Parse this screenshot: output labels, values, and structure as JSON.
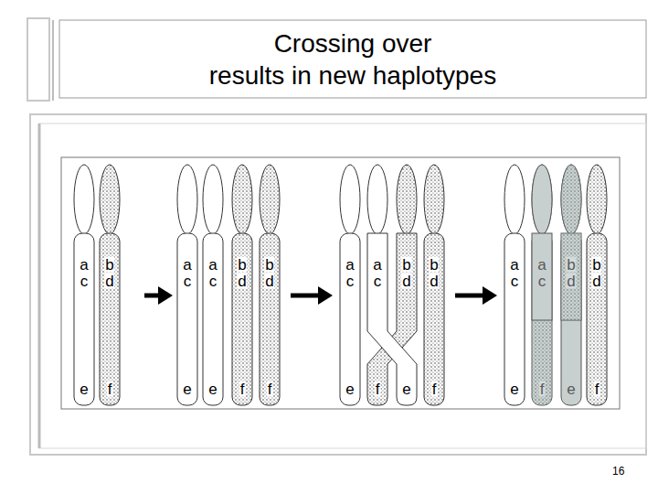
{
  "diagram": {
    "title": "Crossing over results in new haplotypes",
    "labels": [
      "a",
      "c",
      "e",
      "b",
      "d",
      "f",
      "a",
      "c",
      "e",
      "a",
      "c",
      "e",
      "b",
      "d",
      "f",
      "b",
      "d",
      "f",
      "a",
      "c",
      "e",
      "a",
      "c",
      "f",
      "b",
      "d",
      "e",
      "b",
      "d",
      "f",
      "a",
      "c",
      "e",
      "a",
      "c",
      "f",
      "b",
      "d",
      "e",
      "b",
      "d",
      "f",
      "16"
    ]
  }
}
